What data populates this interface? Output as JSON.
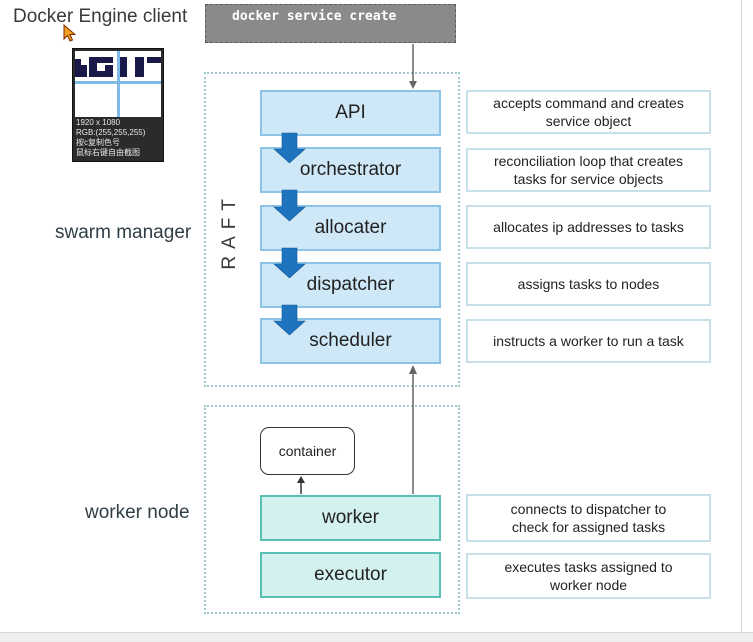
{
  "client_label": "Docker Engine client",
  "command": "docker service create",
  "color_picker": {
    "zoom_text": "\\GI",
    "lines": [
      "1920 x 1080",
      "RGB:(255,255,255)",
      "按c复制色号",
      "鼠标右键自由截图"
    ]
  },
  "manager": {
    "label": "swarm manager",
    "consensus_label": "RAFT",
    "components": [
      {
        "name": "API",
        "desc": "accepts command and creates\nservice object"
      },
      {
        "name": "orchestrator",
        "desc": "reconciliation loop that creates\ntasks for service objects"
      },
      {
        "name": "allocater",
        "desc": "allocates ip addresses to tasks"
      },
      {
        "name": "dispatcher",
        "desc": "assigns tasks to nodes"
      },
      {
        "name": "scheduler",
        "desc": "instructs a worker to run a task"
      }
    ]
  },
  "worker": {
    "label": "worker node",
    "container_label": "container",
    "components": [
      {
        "name": "worker",
        "desc": "connects to dispatcher to\ncheck for assigned tasks"
      },
      {
        "name": "executor",
        "desc": "executes tasks assigned to\nworker node"
      }
    ]
  },
  "colors": {
    "manager_fill": "#cfe8f7",
    "manager_border": "#8cc4e8",
    "worker_fill": "#d2f1ef",
    "worker_border": "#5cbfb6",
    "flow_arrow": "#1e74bf",
    "command_fill": "#8a8a8a"
  }
}
